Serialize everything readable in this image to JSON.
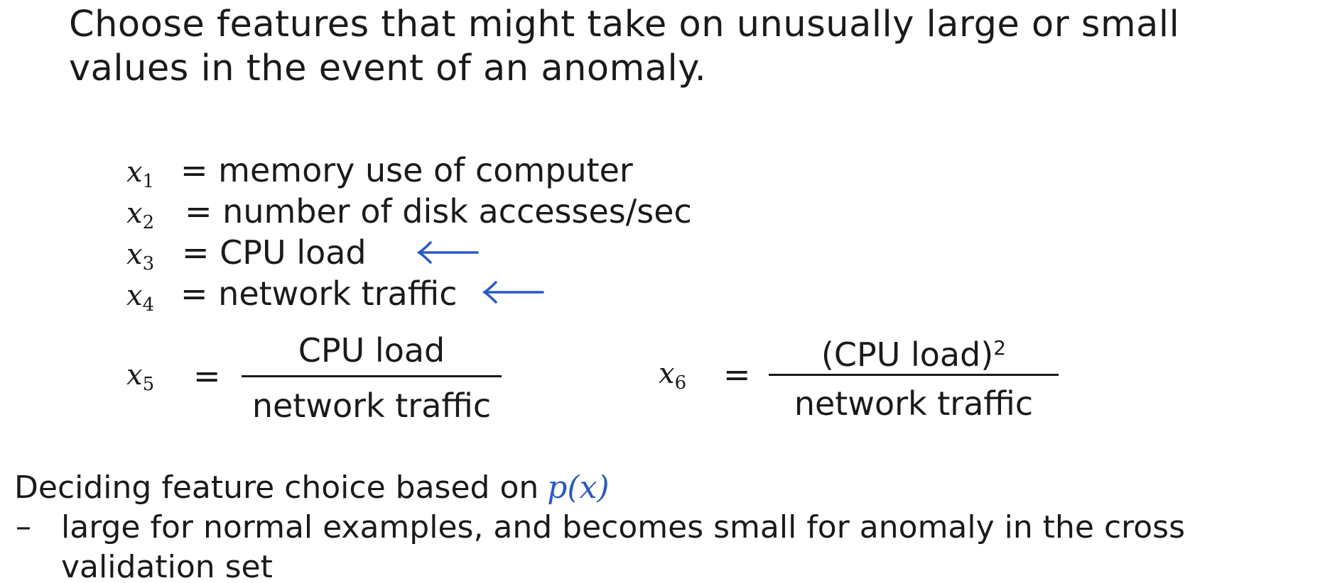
{
  "heading": "Choose features that might take on unusually large or small values in the event of an anomaly.",
  "features": [
    {
      "var": "x",
      "sub": "1",
      "eq": "=",
      "text": "memory use of computer"
    },
    {
      "var": "x",
      "sub": "2",
      "eq": "=",
      "text": "number of disk accesses/sec"
    },
    {
      "var": "x",
      "sub": "3",
      "eq": "=",
      "text": "CPU load"
    },
    {
      "var": "x",
      "sub": "4",
      "eq": "=",
      "text": "network traffic"
    }
  ],
  "ratios": [
    {
      "var": "x",
      "sub": "5",
      "eq": "=",
      "numerator": "CPU load",
      "denominator": "network traffic"
    },
    {
      "var": "x",
      "sub": "6",
      "eq": "=",
      "numerator": "(CPU load)",
      "numerator_sup": "2",
      "denominator": "network traffic"
    }
  ],
  "arrow_color": "#2b59c3",
  "arrow_icon": "left-arrow-icon",
  "deciding": {
    "text": "Deciding feature choice based on",
    "formula": "p(x)"
  },
  "bullet": {
    "dash": "–",
    "text": "large for normal examples, and becomes small for anomaly in the cross validation set"
  }
}
